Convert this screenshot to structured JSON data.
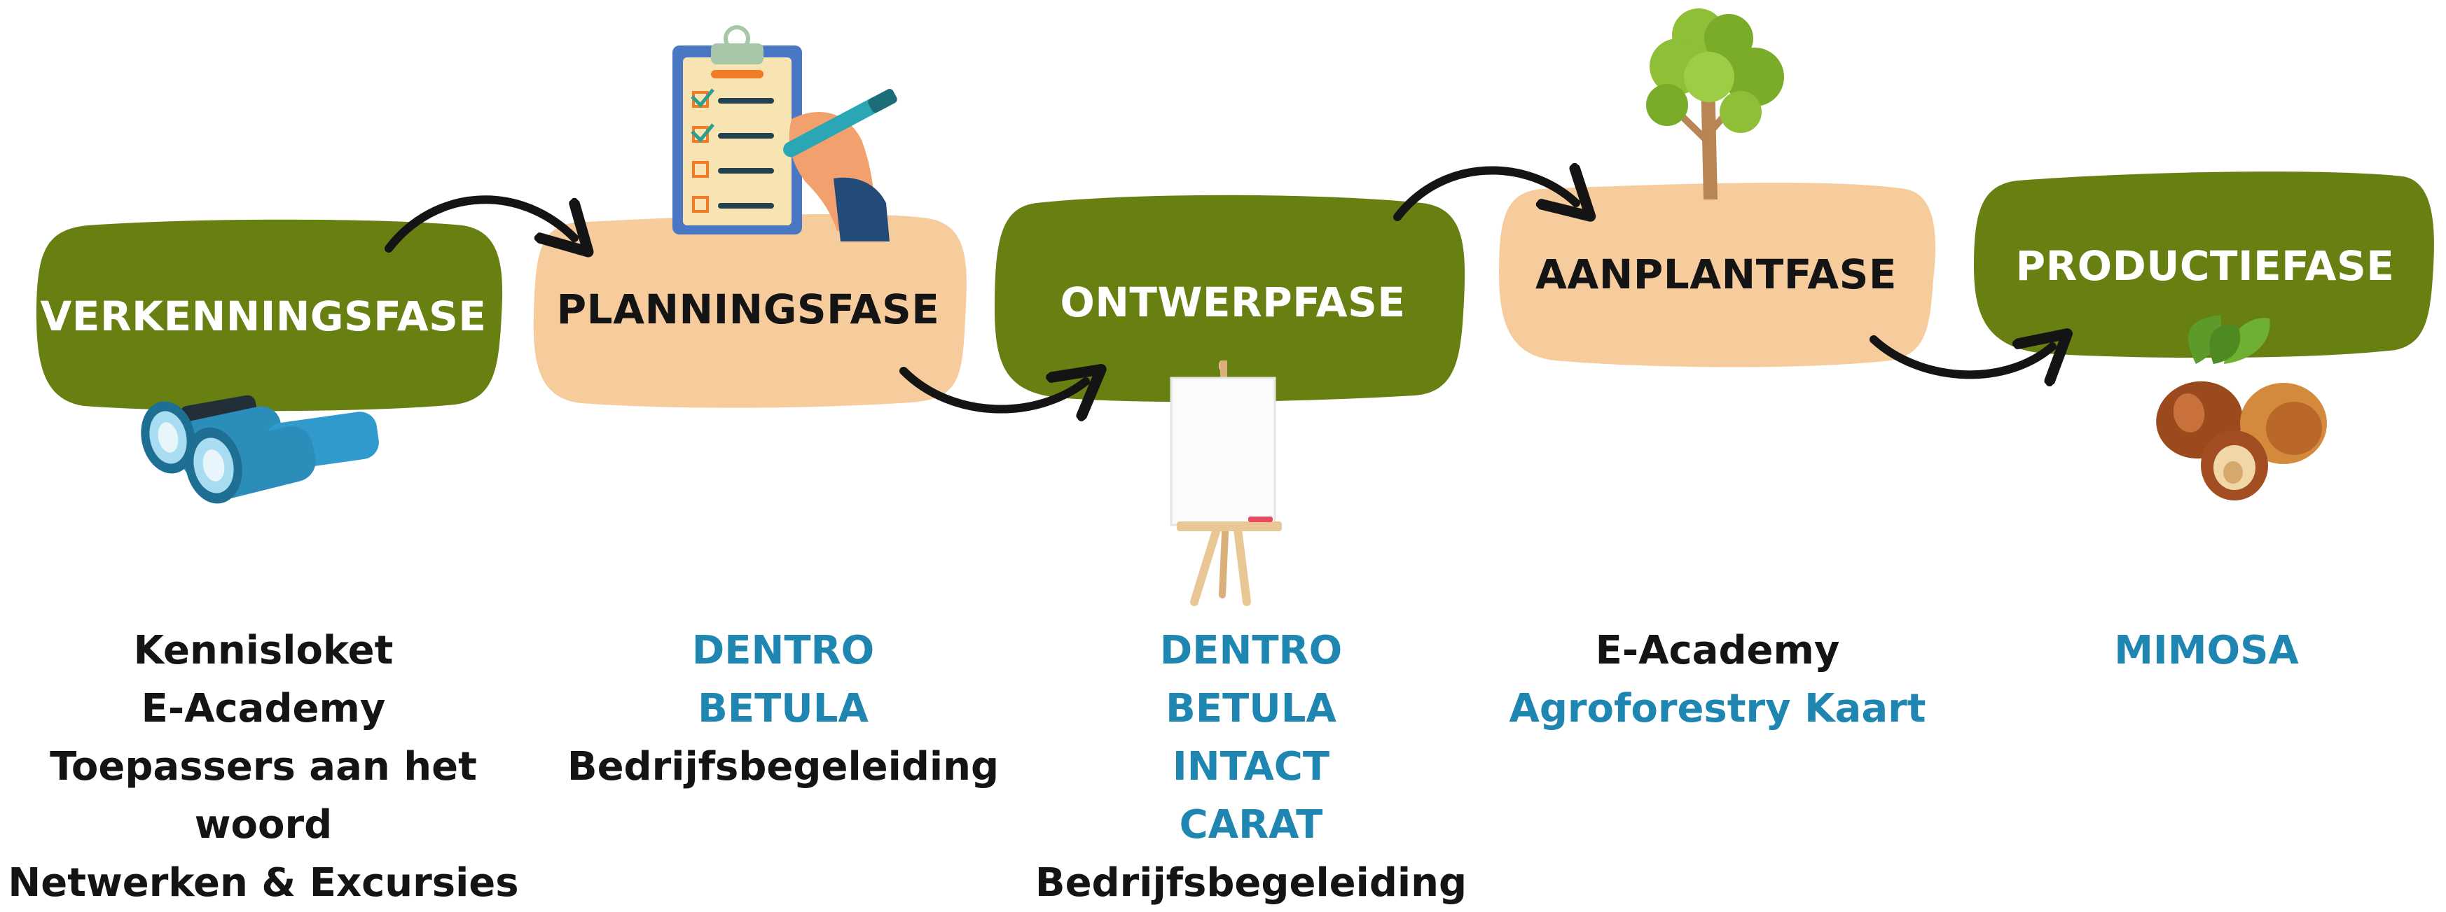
{
  "colors": {
    "green": "#687f12",
    "peach": "#f6cc9d",
    "blue": "#1e86b0",
    "dark": "#141414",
    "white": "#ffffff"
  },
  "phases": [
    {
      "label": "VERKENNINGSFASE",
      "style": "green",
      "icon": "binoculars-icon",
      "items": [
        {
          "text": "Kennisloket",
          "color": "dark"
        },
        {
          "text": "E-Academy",
          "color": "dark"
        },
        {
          "text": "Toepassers aan het",
          "color": "dark"
        },
        {
          "text": "woord",
          "color": "dark"
        },
        {
          "text": "Netwerken & Excursies",
          "color": "dark"
        }
      ]
    },
    {
      "label": "PLANNINGSFASE",
      "style": "peach",
      "icon": "clipboard-checklist-icon",
      "items": [
        {
          "text": "DENTRO",
          "color": "blue"
        },
        {
          "text": "BETULA",
          "color": "blue"
        },
        {
          "text": "Bedrijfsbegeleiding",
          "color": "dark"
        }
      ]
    },
    {
      "label": "ONTWERPFASE",
      "style": "green",
      "icon": "easel-canvas-icon",
      "items": [
        {
          "text": "DENTRO",
          "color": "blue"
        },
        {
          "text": "BETULA",
          "color": "blue"
        },
        {
          "text": "INTACT",
          "color": "blue"
        },
        {
          "text": "CARAT",
          "color": "blue"
        },
        {
          "text": "Bedrijfsbegeleiding",
          "color": "dark"
        }
      ]
    },
    {
      "label": "AANPLANTFASE",
      "style": "peach",
      "icon": "tree-icon",
      "items": [
        {
          "text": "E-Academy",
          "color": "dark"
        },
        {
          "text": "Agroforestry Kaart",
          "color": "blue"
        }
      ]
    },
    {
      "label": "PRODUCTIEFASE",
      "style": "green",
      "icon": "hazelnuts-icon",
      "items": [
        {
          "text": "MIMOSA",
          "color": "blue"
        }
      ]
    }
  ]
}
